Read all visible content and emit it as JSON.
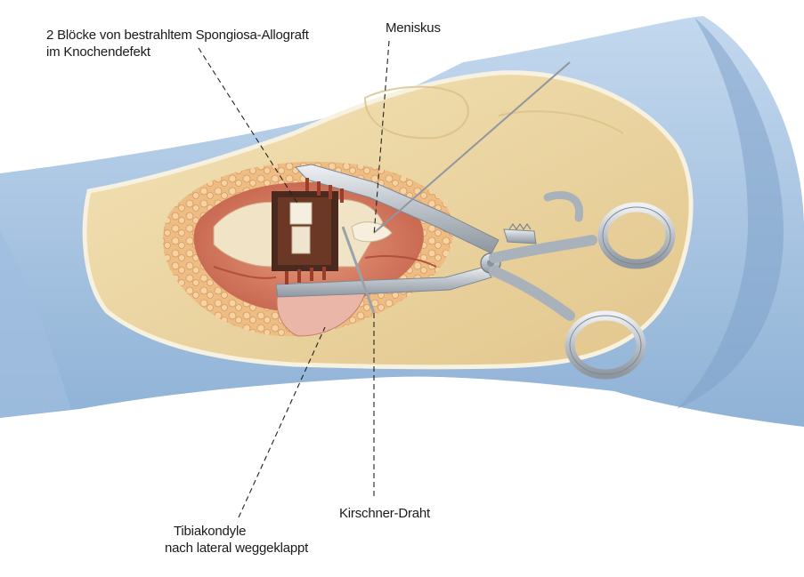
{
  "labels": {
    "allograft_line1": "2 Blöcke von bestrahltem Spongiosa-Allograft",
    "allograft_line2": "im Knochendefekt",
    "meniskus": "Meniskus",
    "kirschner": "Kirschner-Draht",
    "tibia_line1": "Tibiakondyle",
    "tibia_line2": "nach lateral weggeklappt"
  },
  "colors": {
    "drape": "#a9c6e3",
    "drape_shadow": "#86a9cf",
    "skin": "#ecd7a3",
    "fat": "#f1c995",
    "tissue": "#d77a62",
    "steel": "#c9ced4",
    "bone": "#f4ead4"
  }
}
